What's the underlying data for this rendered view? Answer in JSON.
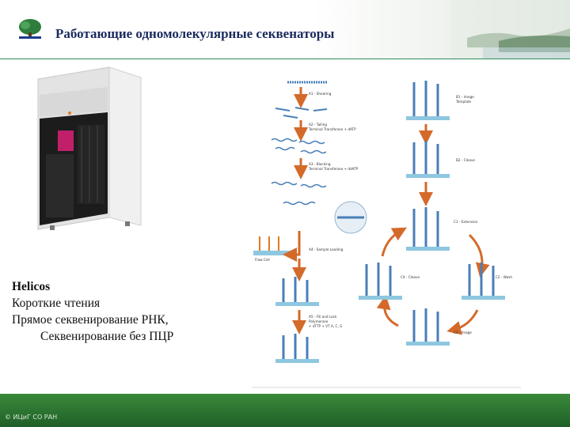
{
  "slide": {
    "title": "Работающие одномолекулярные секвенаторы",
    "copyright": "© ИЦиГ СО РАН"
  },
  "notes": {
    "lines": [
      "Helicos",
      "Короткие чтения",
      "Прямое секвенирование РНК,",
      "Секвенирование без ПЦР"
    ]
  },
  "diagram": {
    "steps": {
      "a1": "A1 - Shearing",
      "a2": "A2 - Tailing",
      "a2_sub": "Terminal Transferase + dATP",
      "a3": "A3 - Blocking",
      "a3_sub": "Terminal Transferase + ddATP",
      "a4": "A4 - Sample Loading",
      "a5": "A5 - Fill and Lock",
      "a5_sub1": "Polymerase",
      "a5_sub2": "+ dTTP + VT A, C, G",
      "b1": "B1 - Image",
      "b1_sub": "Template",
      "b2": "B2 - Cleave",
      "c1": "C1 - Extension",
      "c2": "C2 - Wash",
      "c3": "C3 - Image",
      "c4": "C4 - Cleave",
      "flow_cell": "Flow Cell"
    },
    "colors": {
      "arrow": "#d46a2a",
      "strand": "#4a7fb8",
      "cell": "#8ec7e0"
    }
  }
}
